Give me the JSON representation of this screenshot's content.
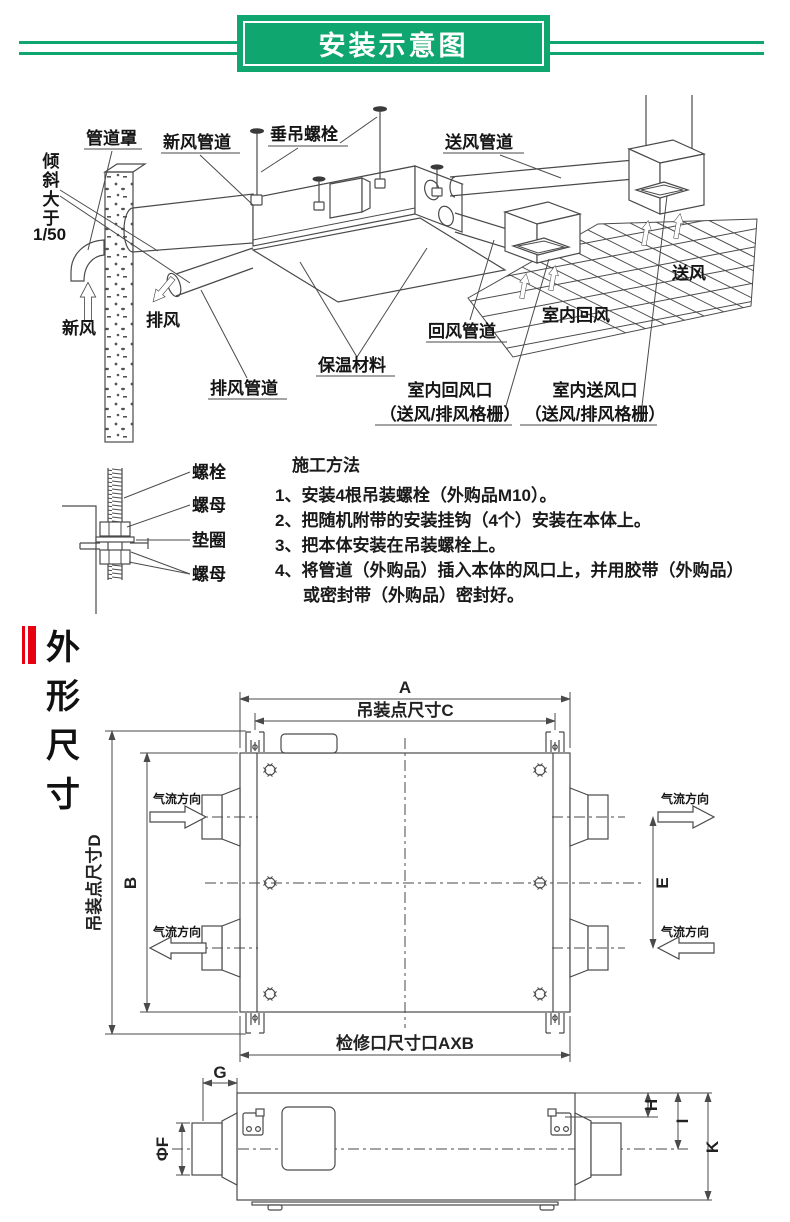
{
  "colors": {
    "accent_green": "#0fa66f",
    "accent_red": "#e60012",
    "line_ink": "#4a4a4a"
  },
  "banner": {
    "title": "安装示意图"
  },
  "install": {
    "duct_cover": "管道罩",
    "fresh_duct": "新风管道",
    "hang_bolt": "垂吊螺栓",
    "supply_duct": "送风管道",
    "slope": "倾斜大于",
    "slope_ratio": "1/50",
    "fresh_air": "新风",
    "exhaust_air": "排风",
    "exhaust_duct": "排风管道",
    "insulation": "保温材料",
    "return_duct": "回风管道",
    "indoor_return": "室内回风",
    "supply_air": "送风",
    "return_outlet": "室内回风口",
    "return_outlet_sub": "（送风/排风格栅）",
    "supply_outlet": "室内送风口",
    "supply_outlet_sub": "（送风/排风格栅）"
  },
  "bolt_detail": {
    "bolt": "螺栓",
    "nut_upper": "螺母",
    "washer": "垫圈",
    "nut_lower": "螺母"
  },
  "method": {
    "title": "施工方法",
    "steps": [
      "1、安装4根吊装螺栓（外购品M10）。",
      "2、把随机附带的安装挂钩（4个）安装在本体上。",
      "3、把本体安装在吊装螺栓上。",
      "4、将管道（外购品）插入本体的风口上，并用胶带（外购品）",
      "或密封带（外购品）密封好。"
    ]
  },
  "dims": {
    "title": "外形尺寸",
    "top_view": {
      "a": "A",
      "c": "吊装点尺寸C",
      "b": "B",
      "d": "吊装点尺寸D",
      "e": "E",
      "axb": "检修口尺寸口AXB",
      "airflow": "气流方向"
    },
    "side_view": {
      "g": "G",
      "f": "ΦF",
      "h": "H",
      "i": "I",
      "k": "K"
    }
  }
}
